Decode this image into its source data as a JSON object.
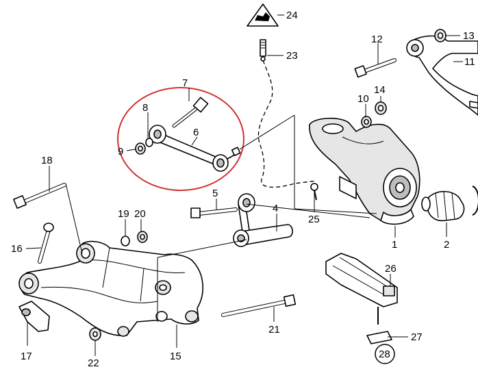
{
  "callouts": {
    "c1": "1",
    "c2": "2",
    "c4": "4",
    "c5": "5",
    "c6": "6",
    "c7": "7",
    "c8": "8",
    "c9": "9",
    "c10": "10",
    "c11": "11",
    "c12": "12",
    "c13": "13",
    "c14": "14",
    "c15": "15",
    "c16": "16",
    "c17": "17",
    "c18": "18",
    "c19": "19",
    "c20": "20",
    "c21": "21",
    "c22": "22",
    "c23": "23",
    "c24": "24",
    "c25": "25",
    "c26": "26",
    "c27": "27",
    "c28": "28"
  },
  "highlight_color": "#d0302f",
  "icons": {
    "warning_triangle": "hazard-triangle-icon"
  }
}
